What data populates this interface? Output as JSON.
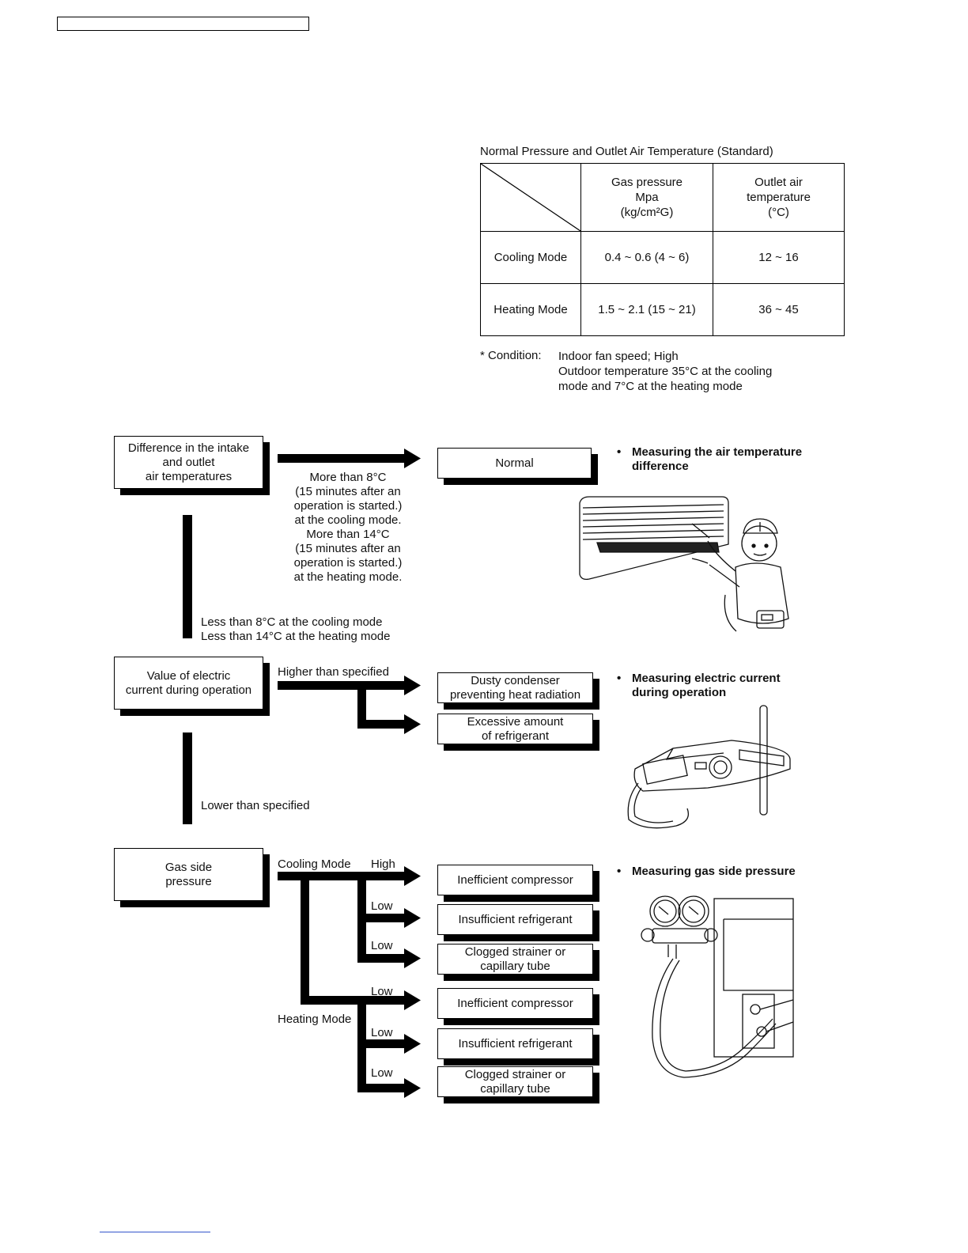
{
  "table": {
    "title": "Normal Pressure and Outlet Air Temperature (Standard)",
    "headers": {
      "gas_pressure": [
        "Gas pressure",
        "Mpa",
        "(kg/cm²G)"
      ],
      "outlet_air": [
        "Outlet air",
        "temperature",
        "(°C)"
      ]
    },
    "rows": [
      {
        "mode": "Cooling Mode",
        "gas_pressure": "0.4 ~ 0.6 (4 ~ 6)",
        "outlet_air": "12 ~ 16"
      },
      {
        "mode": "Heating Mode",
        "gas_pressure": "1.5 ~ 2.1 (15 ~ 21)",
        "outlet_air": "36 ~ 45"
      }
    ],
    "condition_label": "* Condition:",
    "condition_lines": [
      "Indoor fan speed; High",
      "Outdoor temperature 35°C at the cooling",
      "mode and 7°C at the heating mode"
    ]
  },
  "flow": {
    "step1": {
      "box": "Difference in the intake\nand outlet\nair temperatures",
      "normal_box": "Normal",
      "criteria": "More than 8°C\n(15 minutes after an\noperation is started.)\nat the cooling mode.\nMore than 14°C\n(15 minutes after an\noperation is started.)\nat the heating mode.",
      "fail": "Less than 8°C at the cooling mode\nLess than 14°C at the heating mode"
    },
    "step2": {
      "box": "Value of electric\ncurrent during operation",
      "higher": "Higher than specified",
      "result1": "Dusty condenser\npreventing heat radiation",
      "result2": "Excessive amount\nof refrigerant",
      "lower": "Lower than specified"
    },
    "step3": {
      "box": "Gas side\npressure",
      "cooling_mode": "Cooling Mode",
      "heating_mode": "Heating Mode",
      "high": "High",
      "low": "Low",
      "cooling_results": [
        "Inefficient compressor",
        "Insufficient refrigerant",
        "Clogged strainer or\ncapillary tube"
      ],
      "heating_results": [
        "Inefficient compressor",
        "Insufficient refrigerant",
        "Clogged strainer or\ncapillary tube"
      ]
    }
  },
  "notes": {
    "air_temp": "Measuring the air temperature\ndifference",
    "current": "Measuring electric current\nduring operation",
    "gas_pressure": "Measuring gas side pressure"
  }
}
